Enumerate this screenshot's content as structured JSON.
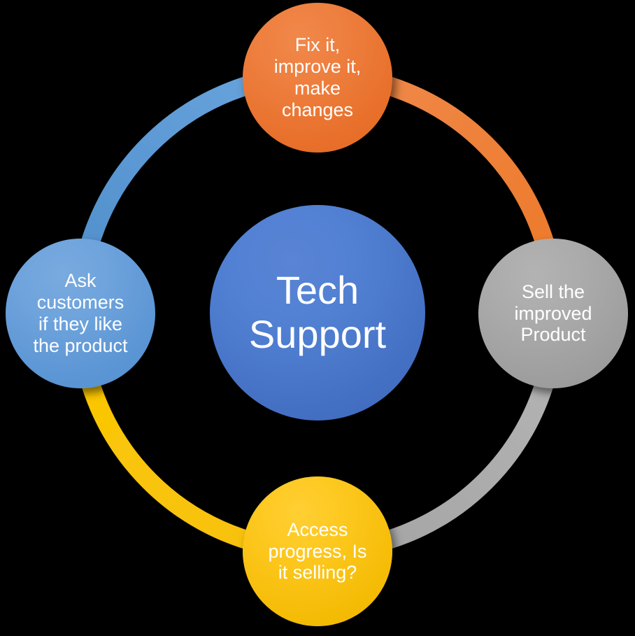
{
  "diagram": {
    "type": "cycle",
    "background_color": "#000000",
    "center": {
      "id": "tech-support",
      "label": "Tech\nSupport",
      "color": "#4472C4",
      "text_color": "#FFFFFF"
    },
    "steps": [
      {
        "id": "fix-improve",
        "position": "top",
        "label": "Fix it,\nimprove it,\nmake\nchanges",
        "color": "#ED7D31",
        "text_color": "#FFFFFF"
      },
      {
        "id": "sell-improved-product",
        "position": "right",
        "label": "Sell the\nimproved\nProduct",
        "color": "#A5A5A5",
        "text_color": "#FFFFFF"
      },
      {
        "id": "access-progress",
        "position": "bottom",
        "label": "Access\nprogress, Is\nit selling?",
        "color": "#FFC000",
        "text_color": "#FFFFFF"
      },
      {
        "id": "ask-customers",
        "position": "left",
        "label": "Ask\ncustomers\nif they like\nthe product",
        "color": "#5B9BD5",
        "text_color": "#FFFFFF"
      }
    ],
    "arcs": [
      {
        "id": "arc-left-to-top",
        "from": "ask-customers",
        "to": "fix-improve",
        "color": "#5B9BD5",
        "quadrant": "upper-left"
      },
      {
        "id": "arc-top-to-right",
        "from": "fix-improve",
        "to": "sell-improved-product",
        "color": "#ED7D31",
        "quadrant": "upper-right"
      },
      {
        "id": "arc-right-to-bottom",
        "from": "sell-improved-product",
        "to": "access-progress",
        "color": "#A5A5A5",
        "quadrant": "lower-right"
      },
      {
        "id": "arc-bottom-to-left",
        "from": "access-progress",
        "to": "ask-customers",
        "color": "#FFC000",
        "quadrant": "lower-left"
      }
    ]
  }
}
